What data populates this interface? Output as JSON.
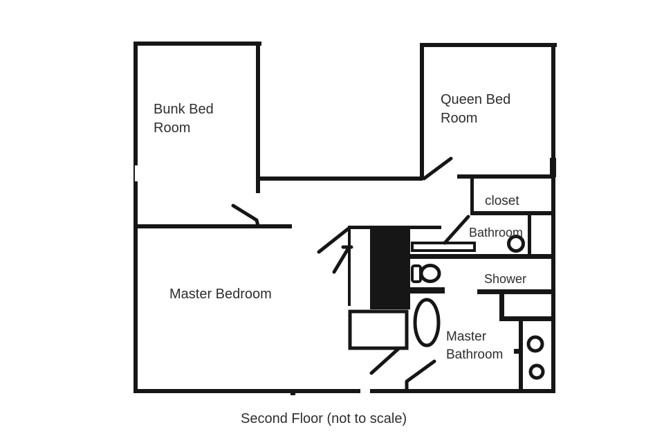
{
  "caption": "Second Floor (not to scale)",
  "rooms": {
    "bunk_bed": {
      "line1": "Bunk Bed",
      "line2": "Room"
    },
    "queen_bed": {
      "line1": "Queen Bed",
      "line2": "Room"
    },
    "closet": {
      "label": "closet"
    },
    "bathroom": {
      "label": "Bathroom"
    },
    "shower": {
      "label": "Shower"
    },
    "master_bedroom": {
      "label": "Master Bedroom"
    },
    "master_bathroom": {
      "line1": "Master",
      "line2": "Bathroom"
    }
  },
  "fixtures": {
    "wardrobe": "filled-wardrobe-icon",
    "cabinet": "cabinet-outline-icon",
    "vanity_counter": "counter-icon",
    "toilet": "toilet-icon",
    "bathtub": "bathtub-icon",
    "bathroom_sink": "round-sink-icon",
    "vanity_sinks": "double-round-sink-icon",
    "shower_stall": "shower-stall-icon",
    "doors": "door-swing-icon"
  },
  "colors": {
    "wall": "#161616",
    "text": "#2e2e2e",
    "background": "#ffffff"
  }
}
